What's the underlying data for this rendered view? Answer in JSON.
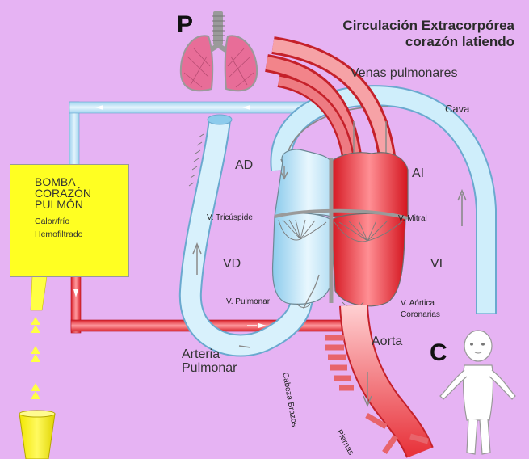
{
  "header": {
    "letter_p": "P",
    "title_line1": "Circulación Extracorpórea",
    "title_line2": "corazón latiendo"
  },
  "labels": {
    "venas_pulmonares": "Venas pulmonares",
    "cava": "Cava",
    "ad": "AD",
    "ai": "AI",
    "v_tricuspide": "V. Tricúspide",
    "v_mitral": "V. Mitral",
    "vd": "VD",
    "vi": "VI",
    "v_pulmonar": "V. Pulmonar",
    "v_aortica": "V. Aórtica",
    "coronarias": "Coronarias",
    "aorta": "Aorta",
    "arteria": "Arteria",
    "pulmonar": "Pulmonar",
    "cabeza_brazos": "Cabeza Brazos",
    "piernas": "Piernas",
    "letter_c": "C"
  },
  "pump": {
    "line1": "BOMBA",
    "line2": "CORAZÓN",
    "line3": "PULMÓN",
    "sub1": "Calor/frío",
    "sub2": "Hemofiltrado"
  },
  "colors": {
    "background": "#e6b3f3",
    "venous_blue": "#bfe4f5",
    "arterial_red": "#e8343c",
    "pump_yellow": "#ffff22",
    "lung_pink": "#e86d98"
  }
}
